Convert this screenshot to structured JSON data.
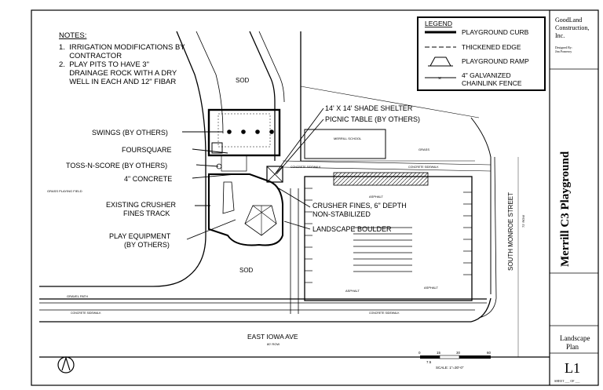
{
  "notes": {
    "title": "NOTES:",
    "items": [
      "1.  IRRIGATION MODIFICATIONS BY",
      "     CONTRACTOR",
      "2.  PLAY PITS TO HAVE 3\"",
      "     DRAINAGE ROCK WITH A DRY",
      "     WELL IN EACH AND 12\" FIBAR"
    ]
  },
  "legend": {
    "title": "LEGEND",
    "items": [
      "PLAYGROUND CURB",
      "THICKENED EDGE",
      "PLAYGROUND RAMP",
      "4\" GALVANIZED",
      "CHAINLINK FENCE"
    ]
  },
  "callouts": {
    "shade_shelter": "14' X 14' SHADE SHELTER",
    "picnic_table": "PICNIC TABLE (BY OTHERS)",
    "swings": "SWINGS (BY OTHERS)",
    "foursquare": "FOURSQUARE",
    "toss": "TOSS-N-SCORE (BY OTHERS)",
    "concrete": "4\" CONCRETE",
    "existing_1": "EXISTING CRUSHER",
    "existing_2": "FINES TRACK",
    "crusher_1": "CRUSHER FINES, 6\" DEPTH",
    "crusher_2": "NON-STABILIZED",
    "boulder": "LANDSCAPE BOULDER",
    "play_1": "PLAY EQUIPMENT",
    "play_2": "(BY OTHERS)"
  },
  "site": {
    "sod_top": "SOD",
    "sod_bottom": "SOD",
    "street_east": "SOUTH MONROE STREET",
    "street_east_row": "72' ROW",
    "street_south": "EAST IOWA AVE",
    "street_south_row": "80' ROW",
    "merrill_school": "MERRILL SCHOOL",
    "grass_field": "GRASS PLAYING FIELD",
    "grass": "GRASS",
    "concrete_sidewalk": "CONCRETE SIDEWALK",
    "asphalt": "ASPHALT",
    "gravel_path": "GRAVEL PATH",
    "scale_0": "0",
    "scale_mid": "7.5",
    "scale_a": "15",
    "scale_b": "30",
    "scale_end": "60",
    "scale_note": "SCALE: 1\"=30'-0\""
  },
  "title_block": {
    "company_1": "GoodLand",
    "company_2": "Construction,",
    "company_3": "Inc.",
    "designed_by": "Designed By:",
    "designer": "Jim Pomeroy",
    "project_title": "Merrill C3 Playground",
    "sheet_title_1": "Landscape",
    "sheet_title_2": "Plan",
    "sheet_number": "L1",
    "sheet_label": "SHEET ___ OF ___"
  }
}
